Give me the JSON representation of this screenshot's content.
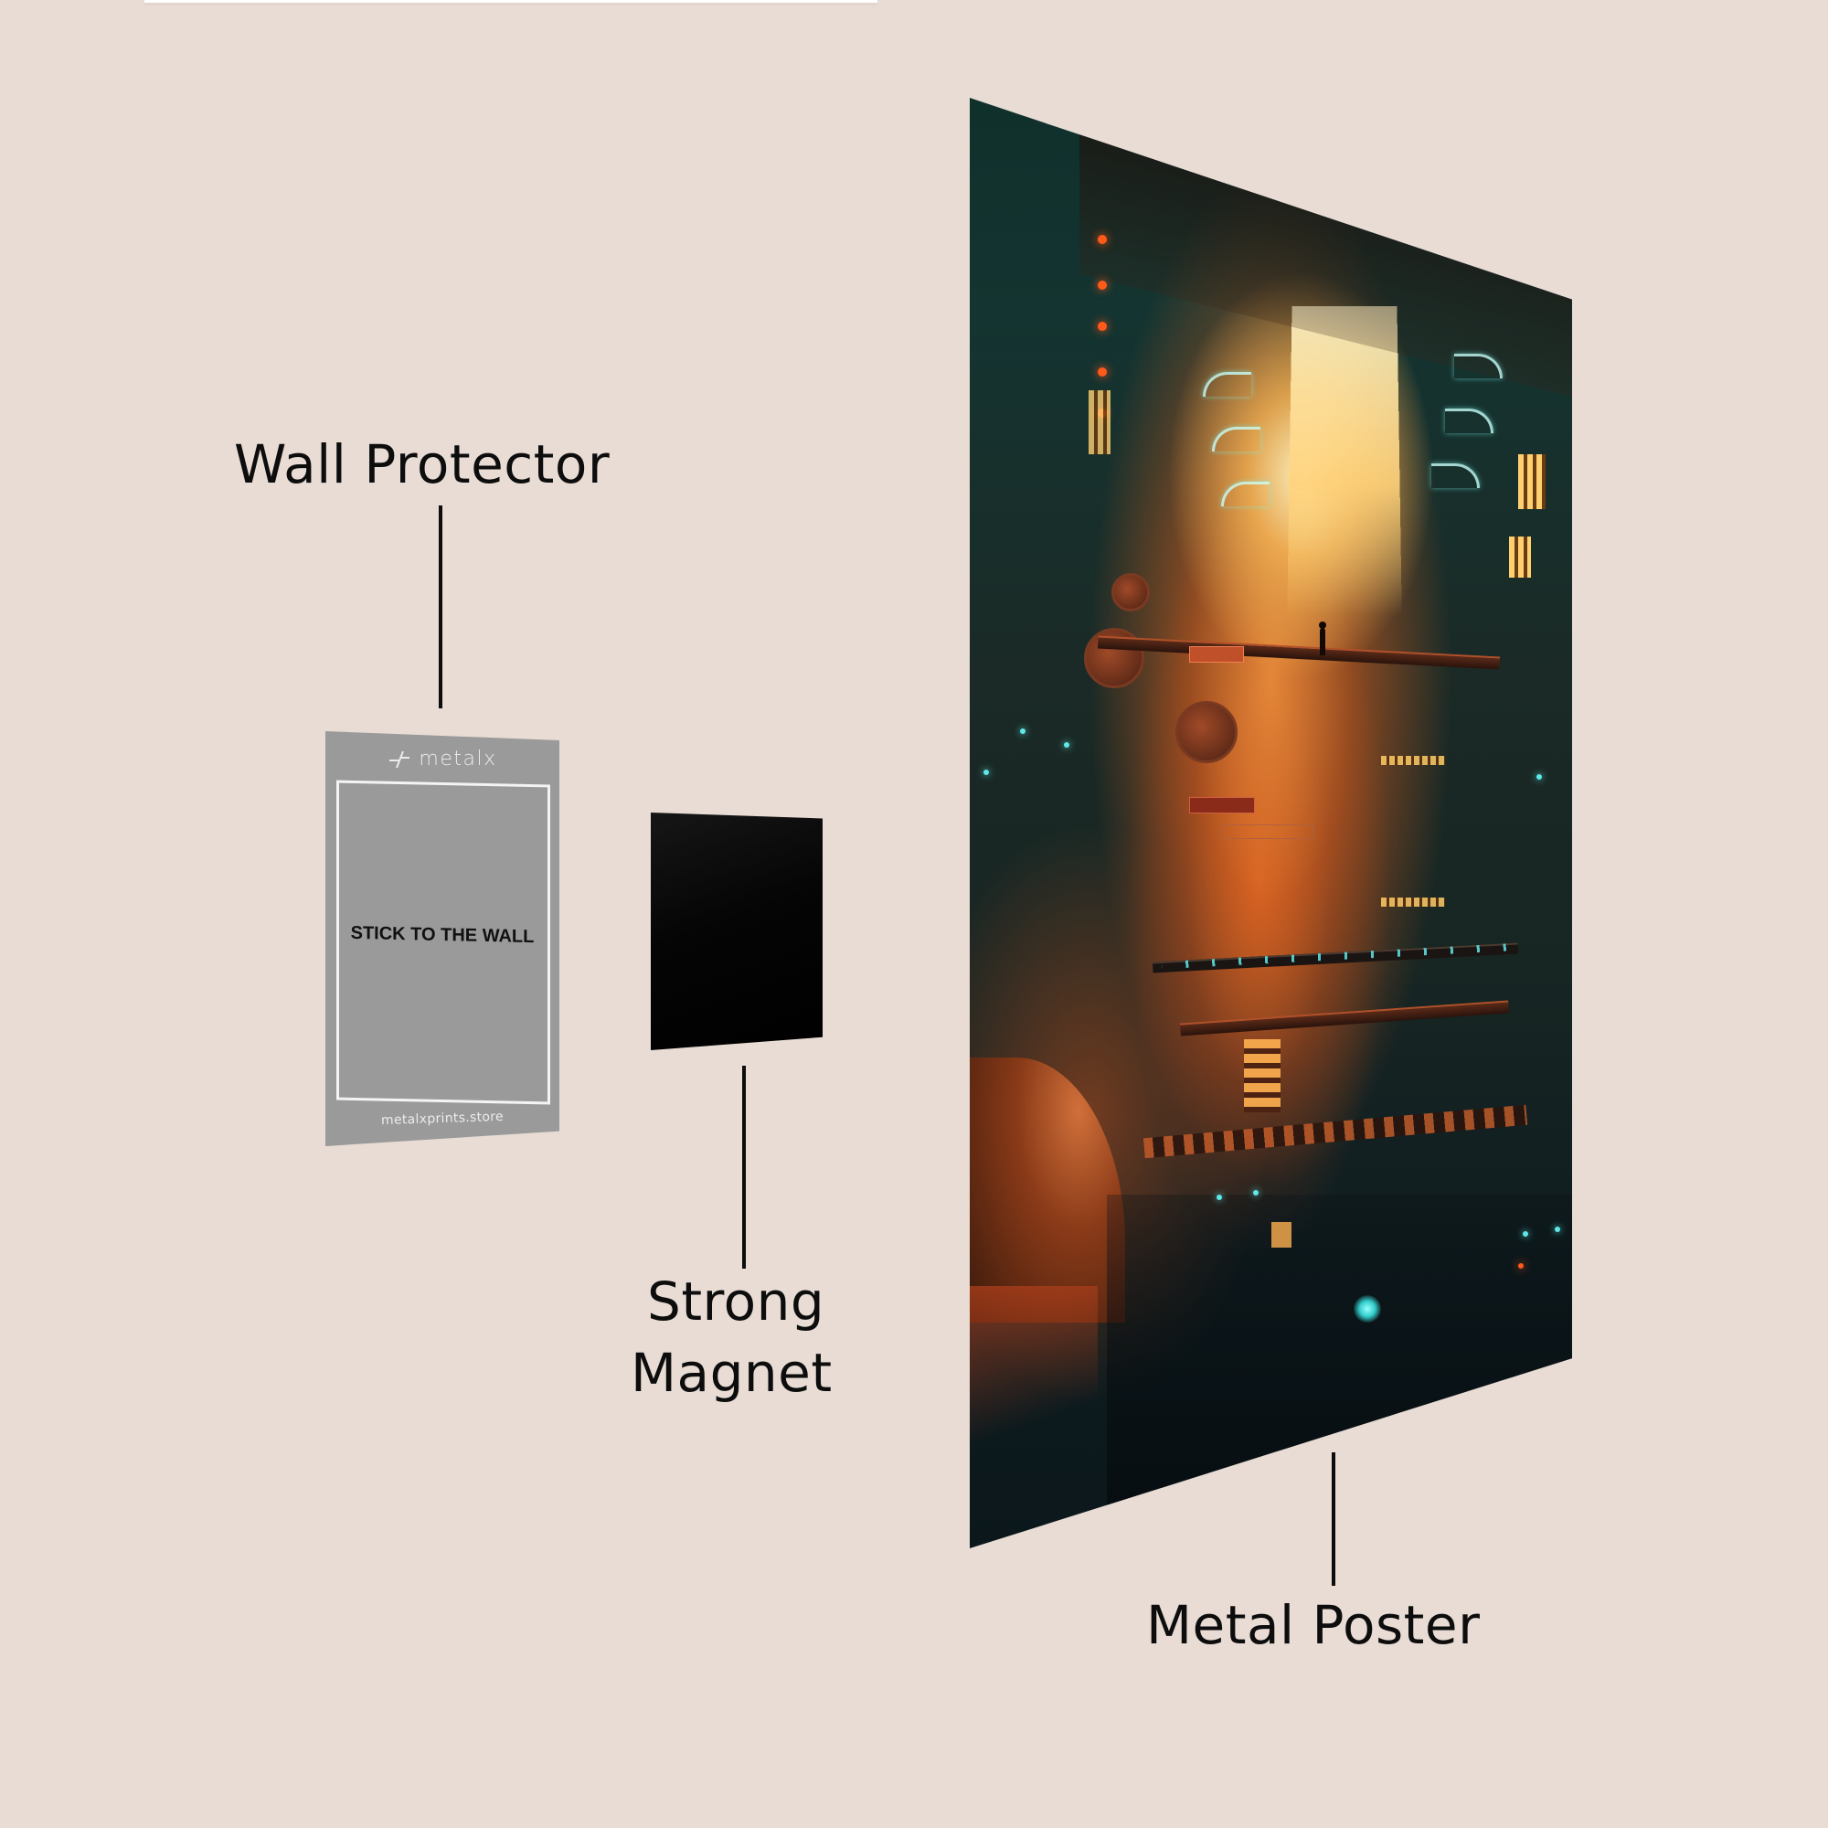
{
  "labels": {
    "wall_protector": "Wall Protector",
    "strong_magnet_line1": "Strong",
    "strong_magnet_line2": "Magnet",
    "metal_poster": "Metal Poster"
  },
  "wall_protector_card": {
    "brand": "metalx",
    "instruction": "STICK TO THE WALL",
    "url": "metalxprints.store"
  },
  "colors": {
    "background": "#e8dcd4",
    "protector_gray": "#9a9a9a",
    "magnet_black": "#050505",
    "label_text": "#0d0d0d",
    "poster_teal": "#10302c",
    "poster_orange": "#f08a3c"
  },
  "poster_art": {
    "subject": "cyberpunk-city-alley-artwork"
  }
}
